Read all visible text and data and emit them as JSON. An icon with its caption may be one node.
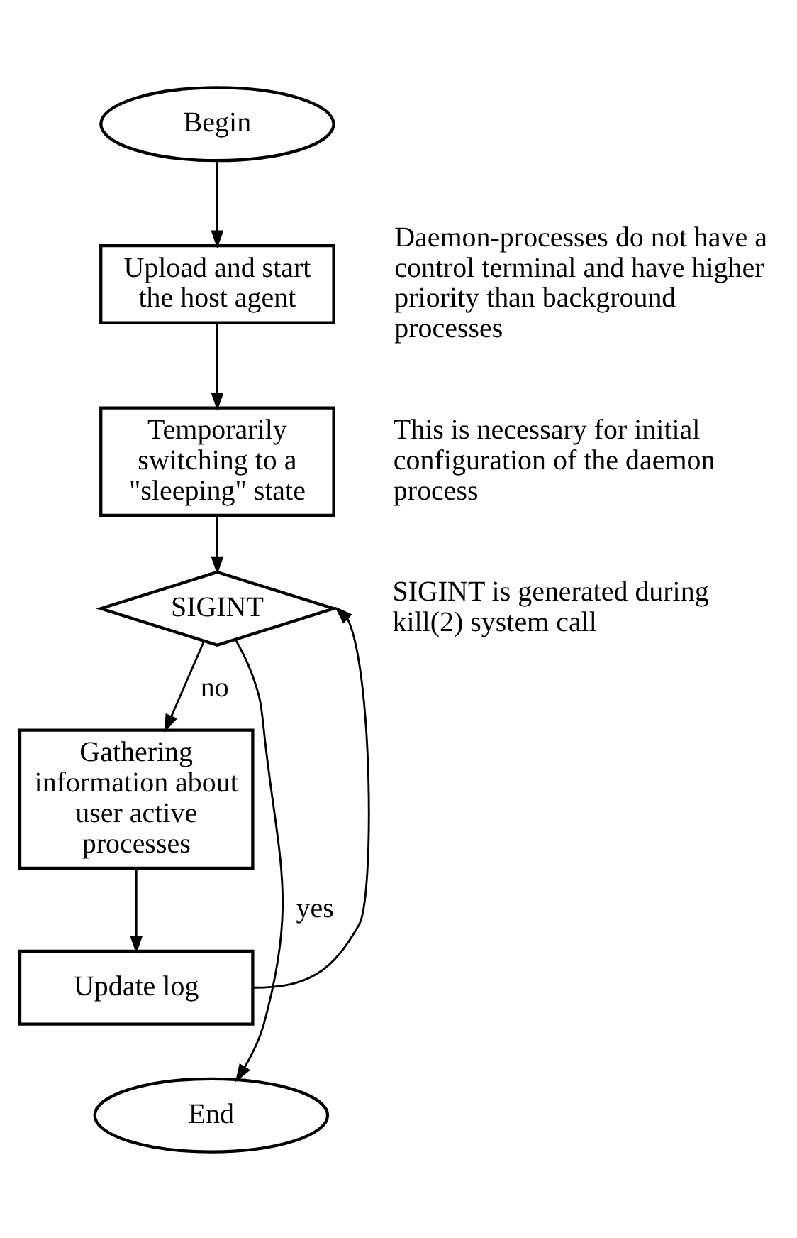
{
  "diagram": {
    "nodes": [
      {
        "text": [
          "Begin"
        ]
      },
      {
        "text": [
          "Upload and start the host agent"
        ],
        "beside": [
          "Daemon-processes do not have a control terminal and have higher priority than background processes"
        ]
      },
      {
        "text": [
          "Temporarily switching to a \"sleeping\" state"
        ],
        "beside": [
          "This is necessary for initial configuration of the daemon process"
        ]
      },
      {
        "text": [
          "SIGINT"
        ],
        "beside": [
          "SIGINT is generated during kill(2) system call"
        ]
      },
      {
        "text": [
          "Gathering information about user active processes"
        ]
      },
      {
        "text": [
          "Update log"
        ]
      },
      {
        "text": [
          "End"
        ]
      }
    ],
    "edges": [
      {
        "from": 0,
        "to": 1,
        "arrow": "to"
      },
      {
        "from": 1,
        "to": 2,
        "arrow": "to"
      },
      {
        "from": 2,
        "to": 3,
        "arrow": "to"
      },
      {
        "from": 3,
        "to": 4,
        "arrow": "to",
        "label": "no"
      },
      {
        "from": 4,
        "to": 5,
        "arrow": "to"
      },
      {
        "from": 5,
        "to": 3,
        "arrow": "to"
      },
      {
        "from": 3,
        "to": 6,
        "arrow": "to",
        "label": "yes"
      }
    ]
  }
}
